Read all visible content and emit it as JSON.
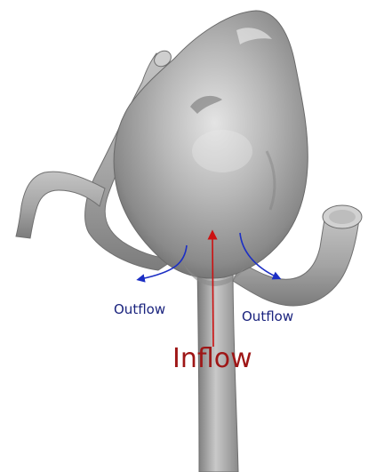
{
  "labels": {
    "outflow_left": "Outflow",
    "outflow_right": "Outflow",
    "inflow": "Inflow"
  },
  "colors": {
    "background": "#ffffff",
    "surface_dark": "#5f5f5f",
    "surface_mid": "#9a9a9a",
    "surface_light": "#d9d9d9",
    "inflow_arrow": "#cc1111",
    "inflow_text": "#9e1616",
    "outflow_arrow": "#1c2fc4",
    "outflow_text": "#1a237e"
  },
  "icons": {
    "inflow": "arrow-up",
    "outflow_left": "curved-arrow-left",
    "outflow_right": "curved-arrow-right"
  }
}
